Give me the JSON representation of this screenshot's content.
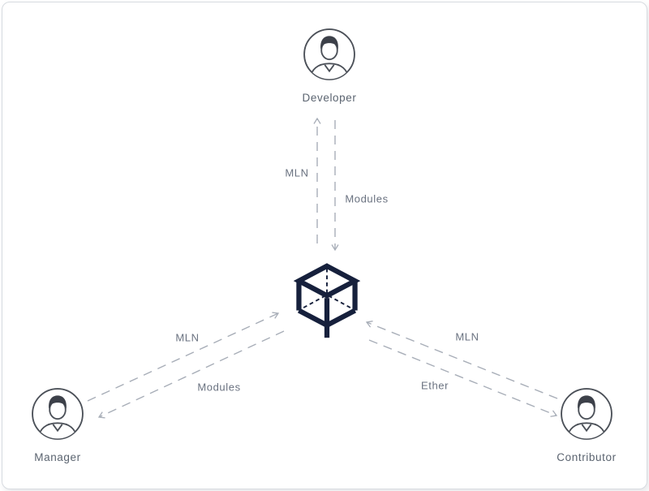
{
  "diagram": {
    "nodes": {
      "developer": {
        "label": "Developer",
        "icon": "person-icon"
      },
      "manager": {
        "label": "Manager",
        "icon": "person-icon"
      },
      "contributor": {
        "label": "Contributor",
        "icon": "person-icon"
      },
      "hub": {
        "icon": "cube-icon"
      }
    },
    "edges": [
      {
        "id": "hub-to-developer",
        "from": "hub",
        "to": "developer",
        "label": "MLN"
      },
      {
        "id": "developer-to-hub",
        "from": "developer",
        "to": "hub",
        "label": "Modules"
      },
      {
        "id": "manager-to-hub",
        "from": "manager",
        "to": "hub",
        "label": "MLN"
      },
      {
        "id": "hub-to-manager",
        "from": "hub",
        "to": "manager",
        "label": "Modules"
      },
      {
        "id": "contributor-to-hub",
        "from": "contributor",
        "to": "hub",
        "label": "MLN"
      },
      {
        "id": "hub-to-contributor",
        "from": "hub",
        "to": "contributor",
        "label": "Ether"
      }
    ],
    "colors": {
      "arrow": "#a8aeb8",
      "edge_label_text": "#6a7280",
      "node_label_text": "#5b6470",
      "cube": "#16203c",
      "background": "#ffffff",
      "border": "#d7dbe0"
    }
  }
}
